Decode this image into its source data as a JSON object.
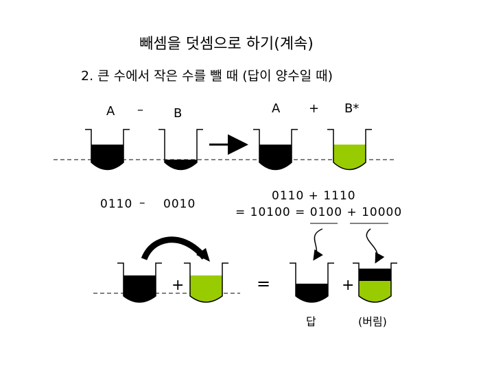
{
  "title": "빼셈을 덧셈으로 하기(계속)",
  "subtitle": "2. 큰 수에서 작은 수를 뺄 때 (답이 양수일 때)",
  "left_top": {
    "a": "A",
    "minus": "–",
    "b": "B"
  },
  "right_top": {
    "a": "A",
    "plus": "+",
    "b_star": "B*"
  },
  "left_binary": {
    "a": "0110",
    "minus": "–",
    "b": "0010"
  },
  "right_binary": {
    "line1": "0110  +  1110",
    "line2": "= 10100 = 0100 + 10000"
  },
  "bottom_left": {
    "plus": "+"
  },
  "bottom_right": {
    "equals": "=",
    "plus": "+",
    "answer": "답",
    "discard": "(버림)"
  },
  "colors": {
    "black": "#000000",
    "green": "#99cc00",
    "line": "#000000"
  }
}
